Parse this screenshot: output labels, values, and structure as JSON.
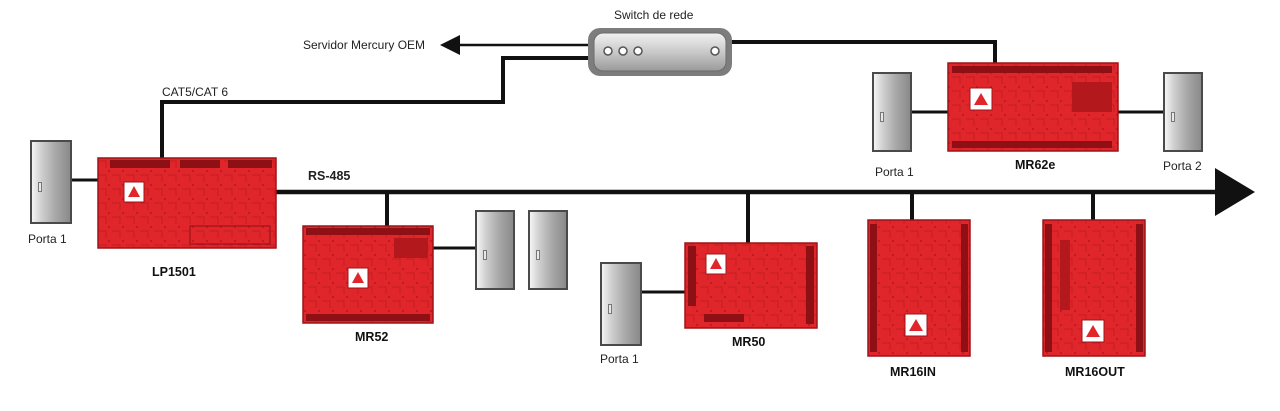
{
  "title": "Switch de rede",
  "server_label": "Servidor Mercury OEM",
  "cable_label": "CAT5/CAT 6",
  "bus_label": "RS-485",
  "door_labels": {
    "lp1501_door": "Porta 1",
    "mr50_door": "Porta 1",
    "mr62e_door1": "Porta 1",
    "mr62e_door2": "Porta 2"
  },
  "boards": {
    "lp1501": "LP1501",
    "mr52": "MR52",
    "mr50": "MR50",
    "mr16in": "MR16IN",
    "mr16out": "MR16OUT",
    "mr62e": "MR62e"
  },
  "colors": {
    "board_red": "#e0262b",
    "board_dark": "#b81a1f",
    "line": "#111111",
    "switch_body": "#cfcfcf"
  },
  "icons": {
    "board_logo": "mercury-logo-icon",
    "door": "door-icon",
    "switch": "network-switch-icon"
  }
}
